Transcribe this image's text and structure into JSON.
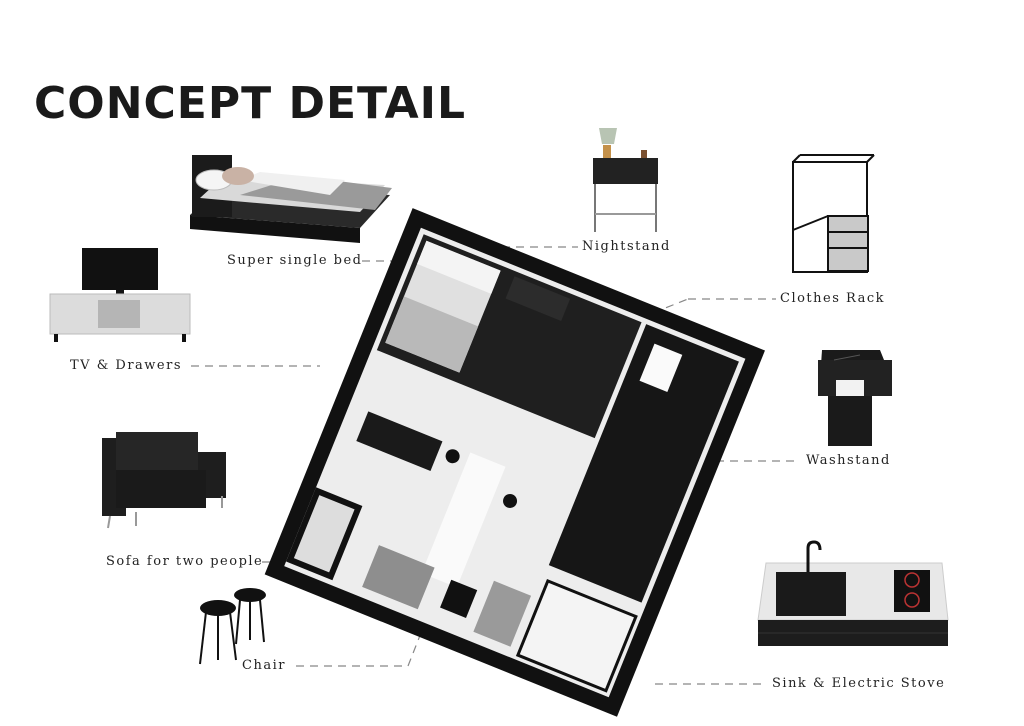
{
  "title": "CONCEPT DETAIL",
  "labels": {
    "bed": "Super single bed",
    "nightstand": "Nightstand",
    "clothes_rack": "Clothes Rack",
    "tv": "TV & Drawers",
    "washstand": "Washstand",
    "sofa": "Sofa for two people",
    "chair": "Chair",
    "sink": "Sink & Electric Stove"
  },
  "colors": {
    "text": "#222222",
    "leader": "#888888",
    "wall": "#0d0d0d",
    "marble": "#e6e6e6",
    "wood_dark": "#222222"
  }
}
